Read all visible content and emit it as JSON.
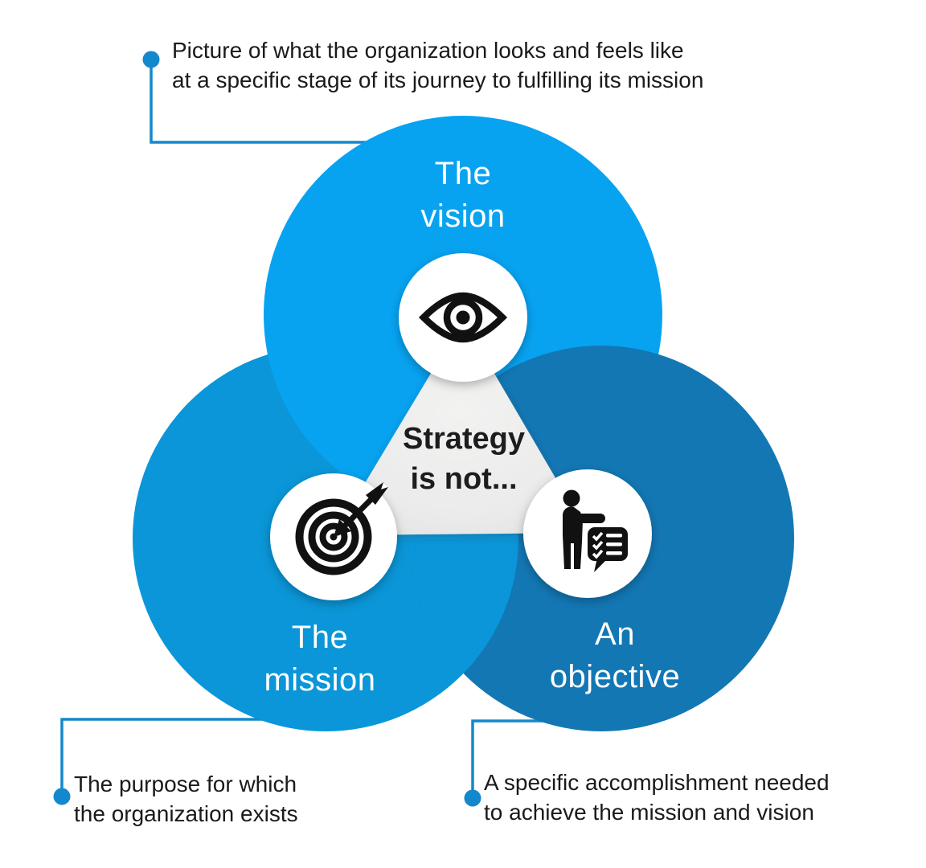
{
  "center": {
    "label": "Strategy\nis not..."
  },
  "circles": [
    {
      "id": "vision",
      "label": "The\nvision",
      "icon": "eye-icon",
      "color": "#07A3F1",
      "annotation": "Picture of what the organization looks and feels like\nat a specific stage of its journey to fulfilling its mission"
    },
    {
      "id": "mission",
      "label": "The\nmission",
      "icon": "target-icon",
      "color": "#0A96D8",
      "annotation": "The purpose for which\nthe organization exists"
    },
    {
      "id": "objective",
      "label": "An\nobjective",
      "icon": "person-checklist-icon",
      "color": "#1377B4",
      "annotation": "A specific accomplishment needed\nto achieve the mission and vision"
    }
  ],
  "colors": {
    "vision_blue": "#07A3F1",
    "mission_blue": "#0A96D8",
    "objective_blue": "#1377B4",
    "connector_blue": "#1488CC",
    "triangle_gray": "#EBEBEB",
    "icon_black": "#111111",
    "text_dark": "#1A1A1A",
    "white": "#FFFFFF"
  }
}
